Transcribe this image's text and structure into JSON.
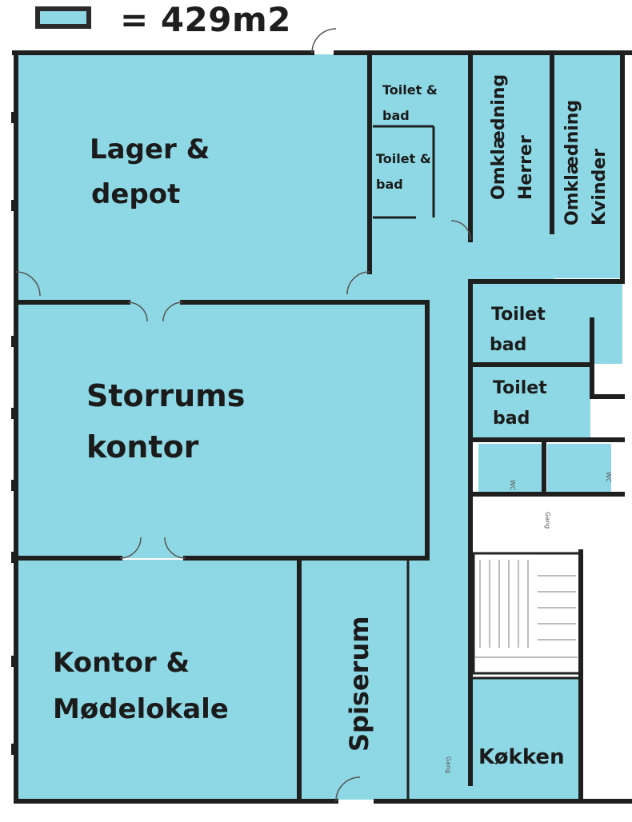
{
  "legend": {
    "area_text": "= 429m2",
    "swatch_color": "#8dd8e4"
  },
  "colors": {
    "room_fill": "#8dd8e4",
    "wall": "#1f1f1f",
    "background": "#ffffff"
  },
  "rooms": {
    "lager": {
      "lines": [
        "Lager &",
        "depot"
      ]
    },
    "storrums": {
      "lines": [
        "Storrums",
        "kontor"
      ]
    },
    "kontor": {
      "lines": [
        "Kontor &",
        "Mødelokale"
      ]
    },
    "spiserum": {
      "label": "Spiserum"
    },
    "kokken": {
      "label": "Køkken"
    },
    "toilet_bad_1": {
      "lines": [
        "Toilet &",
        "bad"
      ]
    },
    "toilet_bad_2": {
      "lines": [
        "Toilet &",
        "bad"
      ]
    },
    "omkl_herrer": {
      "lines": [
        "Omklædning",
        "Herrer"
      ]
    },
    "omkl_kvinder": {
      "lines": [
        "Omklædning",
        "Kvinder"
      ]
    },
    "toilet_3": {
      "lines": [
        "Toilet",
        "bad"
      ]
    },
    "toilet_4": {
      "lines": [
        "Toilet",
        "bad"
      ]
    }
  },
  "small_labels": {
    "wc_1": "WC",
    "wc_2": "WC",
    "gang_1": "Gang",
    "gang_2": "Gang"
  }
}
